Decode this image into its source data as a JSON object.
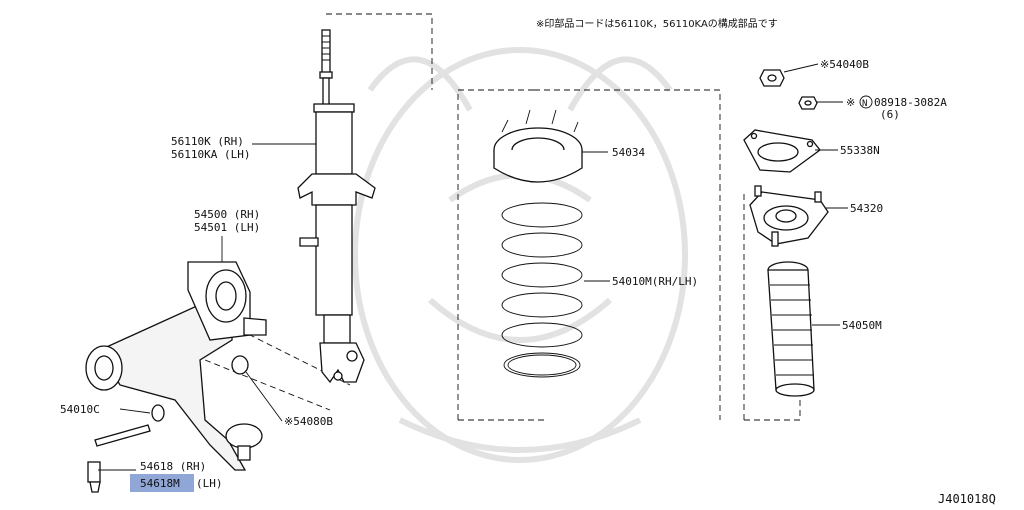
{
  "note": "※印部品コードは56110K，56110KAの構成部品です",
  "diagram_code": "J401018Q",
  "highlight_color": "#8fa6d6",
  "labels": {
    "strut_rh": "56110K (RH)",
    "strut_lh": "56110KA (LH)",
    "arm_rh": "54500 (RH)",
    "arm_lh": "54501 (LH)",
    "bushing": "54010C",
    "bolt": "※54080B",
    "link_rh": "54618 (RH)",
    "link_lh_code": "54618M",
    "link_lh_side": "(LH)",
    "seat": "54034",
    "spring": "54010M(RH/LH)",
    "nut_top": "※54040B",
    "nut_small": "※",
    "nut_small_circle": "N",
    "nut_small_code": "08918-3082A",
    "nut_small_qty": "(6)",
    "plate": "55338N",
    "mount": "54320",
    "boot": "54050M"
  }
}
